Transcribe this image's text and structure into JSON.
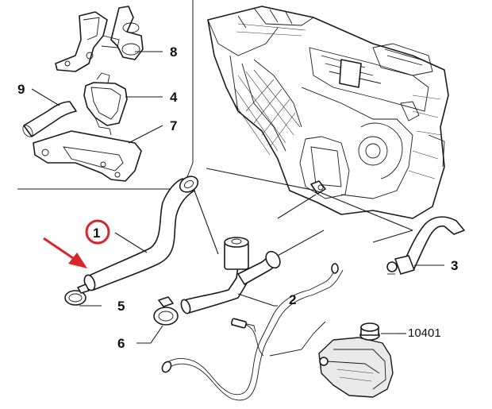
{
  "callouts": {
    "c1": "1",
    "c2": "2",
    "c3": "3",
    "c4": "4",
    "c5": "5",
    "c6": "6",
    "c7": "7",
    "c8": "8",
    "c9": "9",
    "c10401": "10401"
  },
  "colors": {
    "highlight_circle": "#d9262c",
    "arrow": "#d9262c",
    "line": "#1a1a1a"
  }
}
